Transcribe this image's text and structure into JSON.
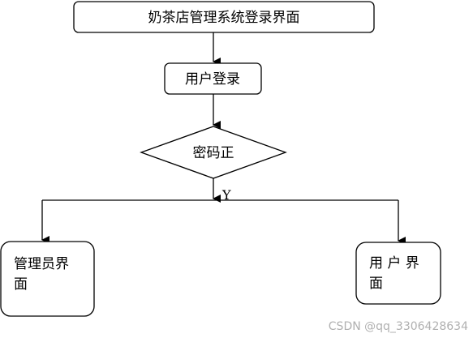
{
  "nodes": {
    "title": "奶茶店管理系统登录界面",
    "login": "用户登录",
    "decision": "密码正",
    "admin_line1": "管理员界",
    "admin_line2": "面",
    "user_line1": "用 户 界",
    "user_line2": "面"
  },
  "edges": {
    "yes_label": "Y"
  },
  "watermark": "CSDN @qq_3306428634"
}
